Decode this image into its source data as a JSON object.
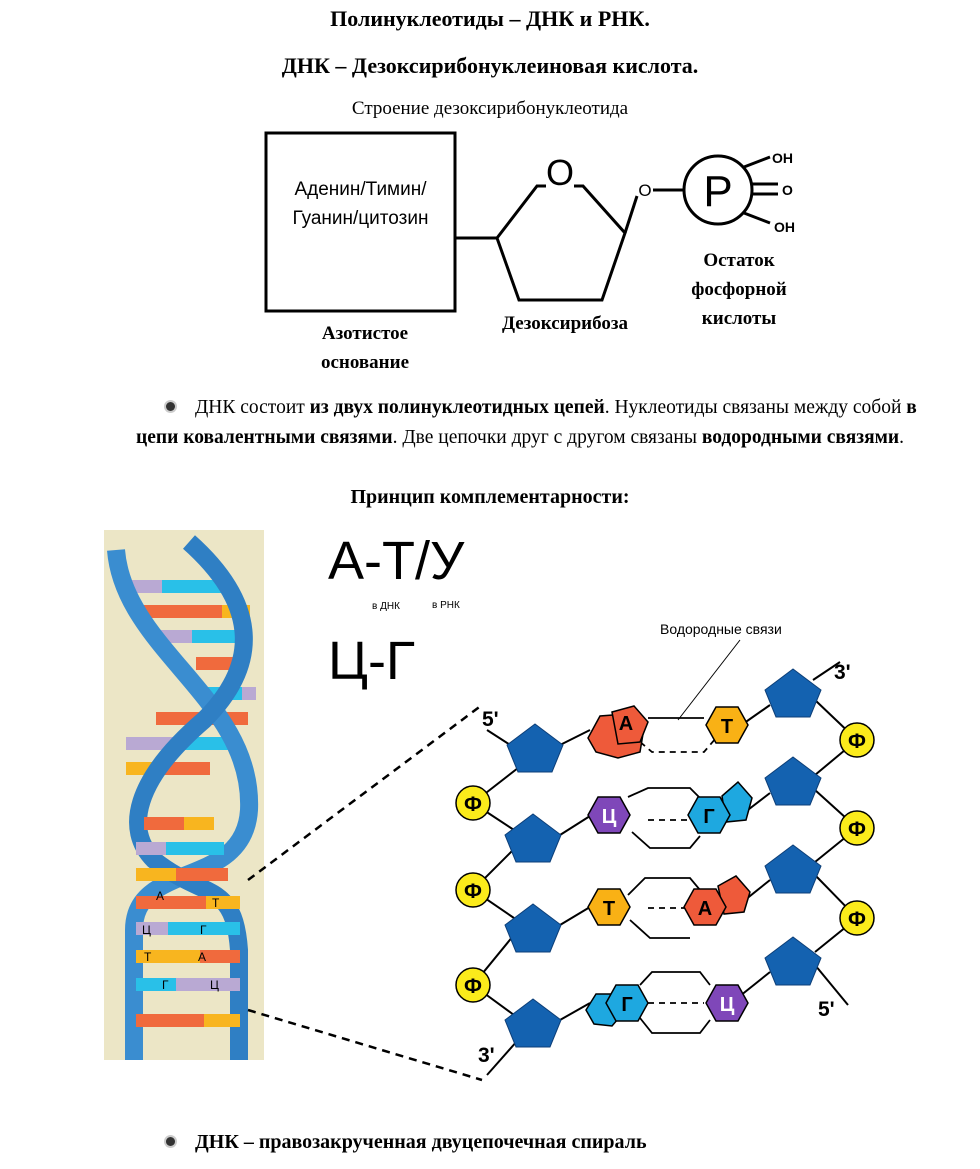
{
  "header": {
    "title": "Полинуклеотиды – ДНК и РНК.",
    "subtitle": "ДНК – Дезоксирибонуклеиновая кислота.",
    "structure_caption": "Строение дезоксирибонуклеотида"
  },
  "nucleotide": {
    "base_line1": "Аденин/Тимин/",
    "base_line2": "Гуанин/цитозин",
    "base_label_1": "Азотистое",
    "base_label_2": "основание",
    "sugar_label": "Дезоксирибоза",
    "phosphate_label_1": "Остаток",
    "phosphate_label_2": "фосфорной",
    "phosphate_label_3": "кислоты",
    "ring_o": "O",
    "link_o": "O",
    "p_symbol": "P",
    "oh_top": "OH",
    "o_mid": "O",
    "oh_bottom": "OH"
  },
  "paragraph": {
    "t1": "ДНК состоит ",
    "b1": "из двух полинуклеотидных цепей",
    "t2": ". Нуклеотиды связаны между собой ",
    "b2": "в цепи ковалентными связями",
    "t3": ". Две цепочки друг с другом связаны ",
    "b3": "водородными связями",
    "t4": "."
  },
  "principle": {
    "heading": "Принцип комплементарности:",
    "pair1": "А-Т/У",
    "note_dna": "в ДНК",
    "note_rna": "в РНК",
    "pair2": "Ц-Г"
  },
  "helix_letters": {
    "r1l": "А",
    "r1r": "Т",
    "r2l": "Ц",
    "r2r": "Г",
    "r3l": "Т",
    "r3r": "А",
    "r4l": "Г",
    "r4r": "Ц"
  },
  "ladder": {
    "hbond_label": "Водородные связи",
    "end_5_top": "5'",
    "end_3_top": "3'",
    "end_3_bottom": "3'",
    "end_5_bottom": "5'",
    "phosphate": "Ф",
    "rows": [
      {
        "left": "А",
        "right": "Т"
      },
      {
        "left": "Ц",
        "right": "Г"
      },
      {
        "left": "Т",
        "right": "А"
      },
      {
        "left": "Г",
        "right": "Ц"
      }
    ]
  },
  "footer": {
    "bullet_text": "ДНК – правозакрученная двуцепочечная спираль"
  },
  "colors": {
    "sugar_blue": "#1462b0",
    "adenine_red": "#ee5a3a",
    "thymine_orange": "#f9b115",
    "guanine_cyan": "#1ea8e0",
    "cytosine_purple": "#7f47b9",
    "phosphate_yellow": "#fbeb1b",
    "helix_strand": "#3a8dd0"
  }
}
